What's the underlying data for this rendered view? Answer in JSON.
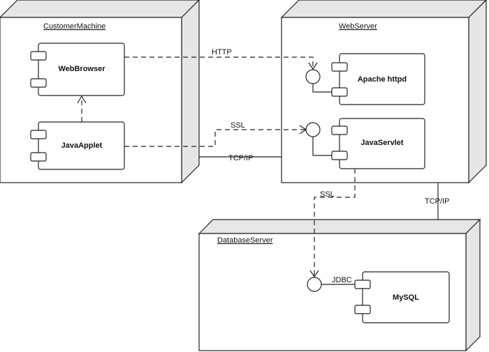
{
  "nodes": {
    "customer": {
      "title": "CustomerMachine"
    },
    "webserver": {
      "title": "WebServer"
    },
    "database": {
      "title": "DatabaseServer"
    }
  },
  "components": {
    "webbrowser": "WebBrowser",
    "javaapplet": "JavaApplet",
    "apache": "Apache httpd",
    "javaservlet": "JavaServlet",
    "mysql": "MySQL"
  },
  "connections": {
    "http": "HTTP",
    "ssl_applet": "SSL",
    "tcpip_customer_web": "TCP/IP",
    "ssl_servlet_db": "SSL",
    "tcpip_web_db": "TCP/IP",
    "jdbc": "JDBC"
  }
}
